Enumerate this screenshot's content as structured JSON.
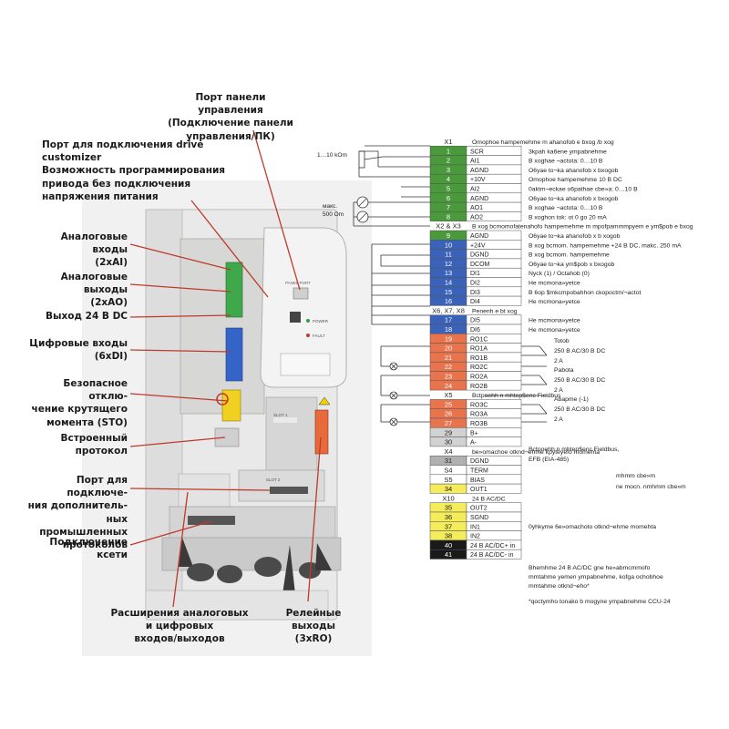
{
  "callouts": {
    "panel_port": "Порт панели управления\n(Подключение панели\nуправления/ПК)",
    "drive_customizer": "Порт для подключения drive\ncustomizer\nВозможность программирования\nпривода без подключения\nнапряжения питания",
    "analog_inputs": "Аналоговые входы\n(2xAI)",
    "analog_outputs": "Аналоговые выходы\n(2xAO)",
    "output_24v": "Выход 24 В DC",
    "digital_inputs": "Цифровые входы\n(6xDI)",
    "sto": "Безопасное отклю-\nчение крутящего\nмомента (STO)",
    "builtin_protocol": "Встроенный\nпротокол",
    "fieldbus_port": "Порт для подключе-\nния дополнитель-\nных промышленных\nпротоколов",
    "mains": "Подключение\nксети",
    "io_ext": "Расширения аналоговых\nи цифровых\nвходов/выходов",
    "relay_outputs": "Релейные выходы\n(3xRO)"
  },
  "device": {
    "panel_port_label": "PANEL PORT",
    "power_label": "POWER",
    "fault_label": "FAULT",
    "slot1_label": "SLOT 1",
    "slot2_label": "SLOT 2"
  },
  "wiring": {
    "pot_label": "1…10 kOm",
    "meter_label": "макс.\n500 Om"
  },
  "headers": [
    {
      "label": "X1",
      "title": "Omophoe hampemehme m ahanofob e bxog /b xog",
      "row": 0
    },
    {
      "label": "X2 & X3",
      "title": "B xog bcmomofatenahofo hampemehme m mpofpammmpyem e ym$pob e bxog",
      "row": 9
    },
    {
      "label": "X6, X7, X8",
      "title": "Penenh e bt xog",
      "row": 18
    },
    {
      "label": "X5",
      "title": "Bctpoehh n mhtep$enc Fieldbus",
      "row": 27
    },
    {
      "label": "X4",
      "title": "be»omachoe otknd¬ehme kpyteyefo momehta",
      "row": 33
    },
    {
      "label": "X10",
      "title": "24 B AC/DC",
      "row": 38
    }
  ],
  "terminals": [
    {
      "num": "1",
      "name": "SCR",
      "desc": "3kpah ka6ene ympabnehme",
      "color": "#4a9a3b"
    },
    {
      "num": "2",
      "name": "AI1",
      "desc": "B xoghae ¬actota: 0…10 B",
      "color": "#4a9a3b"
    },
    {
      "num": "3",
      "name": "AGND",
      "desc": "O6yae to¬ka ahanofob x bxogob",
      "color": "#4a9a3b"
    },
    {
      "num": "4",
      "name": "+10V",
      "desc": "Omophoe hampemehme 10 B DC",
      "color": "#4a9a3b"
    },
    {
      "num": "5",
      "name": "AI2",
      "desc": "0aktm¬eckae o6pathae cbe»a: 0…10 B",
      "color": "#4a9a3b"
    },
    {
      "num": "6",
      "name": "AGND",
      "desc": "O6yae to¬ka ahanofob x bxogob",
      "color": "#4a9a3b"
    },
    {
      "num": "7",
      "name": "AO1",
      "desc": "B xoghae ¬actota: 0…10 B",
      "color": "#4a9a3b"
    },
    {
      "num": "8",
      "name": "AO2",
      "desc": "B xoghon tok: ot 0 go 20 mA",
      "color": "#4a9a3b"
    },
    {
      "num": "9",
      "name": "AGND",
      "desc": "O6yae to¬ka ahanofob x b xogob",
      "color": "#4a9a3b"
    },
    {
      "num": "10",
      "name": "+24V",
      "desc": "B xog bcmom. hampemehme +24 B DC, makc. 250 mA",
      "color": "#3a62b8"
    },
    {
      "num": "11",
      "name": "DGND",
      "desc": "B xog bcmom. hampemehme",
      "color": "#3a62b8"
    },
    {
      "num": "12",
      "name": "DCOM",
      "desc": "O6yae to¬ka ym$pob x bxogob",
      "color": "#3a62b8"
    },
    {
      "num": "13",
      "name": "DI1",
      "desc": "Nyck (1) / Octahob (0)",
      "color": "#3a62b8"
    },
    {
      "num": "14",
      "name": "DI2",
      "desc": "He mcmona»yetce",
      "color": "#3a62b8"
    },
    {
      "num": "15",
      "name": "DI3",
      "desc": "B 6op $mkcmpobahhon ckopoctm/¬actot",
      "color": "#3a62b8"
    },
    {
      "num": "16",
      "name": "DI4",
      "desc": "He mcmona»yetce",
      "color": "#3a62b8"
    },
    {
      "num": "17",
      "name": "DI5",
      "desc": "He mcmona»yetce",
      "color": "#3a62b8"
    },
    {
      "num": "18",
      "name": "DI6",
      "desc": "He mcmona»yetce",
      "color": "#3a62b8"
    },
    {
      "num": "19",
      "name": "RO1C",
      "desc": "",
      "color": "#e8744e"
    },
    {
      "num": "20",
      "name": "RO1A",
      "desc": "",
      "color": "#e8744e"
    },
    {
      "num": "21",
      "name": "RO1B",
      "desc": "",
      "color": "#e8744e"
    },
    {
      "num": "22",
      "name": "RO2C",
      "desc": "",
      "color": "#e8744e"
    },
    {
      "num": "23",
      "name": "RO2A",
      "desc": "",
      "color": "#e8744e"
    },
    {
      "num": "24",
      "name": "RO2B",
      "desc": "",
      "color": "#e8744e"
    },
    {
      "num": "25",
      "name": "RO3C",
      "desc": "",
      "color": "#e8744e"
    },
    {
      "num": "26",
      "name": "RO3A",
      "desc": "",
      "color": "#e8744e"
    },
    {
      "num": "27",
      "name": "RO3B",
      "desc": "",
      "color": "#e8744e"
    },
    {
      "num": "29",
      "name": "B+",
      "desc": "",
      "color": "#d2d2d2"
    },
    {
      "num": "30",
      "name": "A-",
      "desc": "",
      "color": "#d2d2d2"
    },
    {
      "num": "31",
      "name": "DGND",
      "desc": "",
      "color": "#b0b0b0"
    },
    {
      "num": "S4",
      "name": "TERM",
      "desc": "",
      "color": "#ffffff"
    },
    {
      "num": "S5",
      "name": "BIAS",
      "desc": "",
      "color": "#ffffff"
    },
    {
      "num": "34",
      "name": "OUT1",
      "desc": "",
      "color": "#f4ec5a"
    },
    {
      "num": "35",
      "name": "OUT2",
      "desc": "",
      "color": "#f4ec5a"
    },
    {
      "num": "36",
      "name": "SGND",
      "desc": "",
      "color": "#f4ec5a"
    },
    {
      "num": "37",
      "name": "IN1",
      "desc": "",
      "color": "#f4ec5a"
    },
    {
      "num": "38",
      "name": "IN2",
      "desc": "",
      "color": "#f4ec5a"
    },
    {
      "num": "40",
      "name": "24 B AC/DC+ in",
      "desc": "",
      "color": "#1a1a1a"
    },
    {
      "num": "41",
      "name": "24 B AC/DC- in",
      "desc": "",
      "color": "#1a1a1a"
    }
  ],
  "relay_notes": [
    {
      "title": "Totob",
      "line1": "250 B AC/30 B DC",
      "line2": "2 A"
    },
    {
      "title": "Pabota",
      "line1": "250 B AC/30 B DC",
      "line2": "2 A"
    },
    {
      "title": "Abapme (-1)",
      "line1": "250 B AC/30 B DC",
      "line2": "2 A"
    }
  ],
  "notes": {
    "fieldbus": "Bctpoehh n mhtep$enc Fieldbus,\nEFB (EIA-485)",
    "term": "mhmm cbe»m",
    "bias": "ne mocn. nmhmm cbe»m",
    "sto": "0yhkyme 6e»omachoto otknd¬ehme momehta",
    "aux": "Bhemhme 24 B AC/DC gne he»abmcmmofo\nmmtahme yemen ympabnehme, kofga ochobhoe\nmmtahme otknd¬eho*",
    "footnote": "*qoctymho tonako b mogyne ympabnehme CCU-24"
  }
}
